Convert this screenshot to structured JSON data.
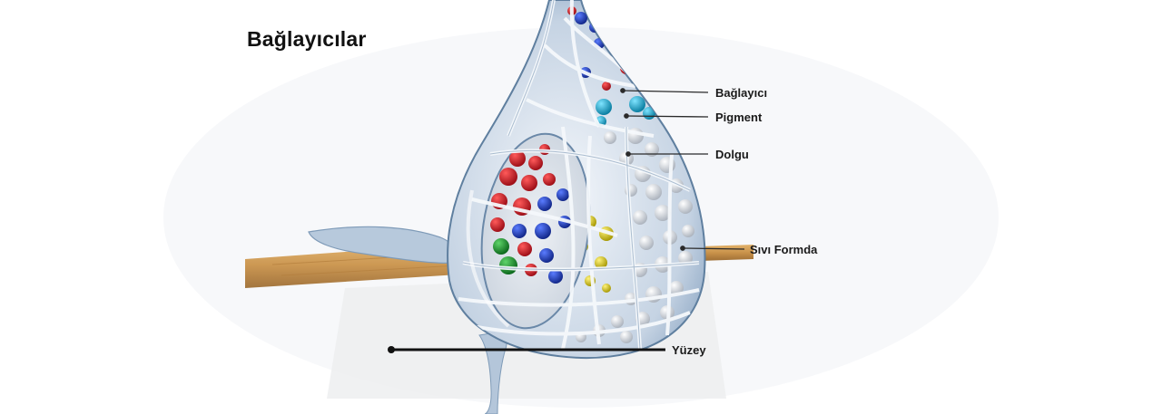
{
  "title": "Bağlayıcılar",
  "labels": {
    "binder": "Bağlayıcı",
    "pigment": "Pigment",
    "filler": "Dolgu",
    "liquid": "Sıvı Formda",
    "surface": "Yüzey"
  },
  "colors": {
    "binder": "#a9bfd6",
    "binder_outline": "#5f7f9f",
    "pigment_red": "#d11f2a",
    "pigment_blue": "#1f44c8",
    "pigment_cyan": "#19a7cf",
    "pigment_green": "#1f9a34",
    "pigment_yellow": "#d9c917",
    "filler": "#e6e9ee",
    "wood": "#c9924a",
    "callout_line": "#2a2a2a"
  }
}
